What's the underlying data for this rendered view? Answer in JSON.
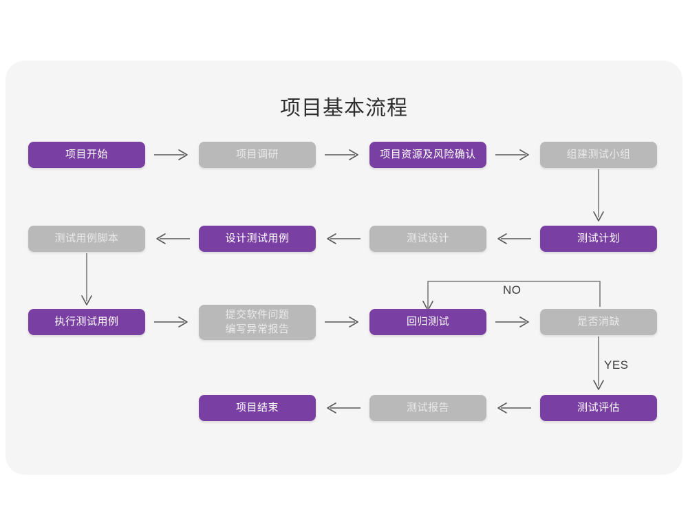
{
  "page": {
    "title": "项目基本流程",
    "background_color": "#ffffff",
    "card_color": "#f5f5f5"
  },
  "palette": {
    "purple": "#7a3fa2",
    "gray": "#b9b9b9",
    "purple_text": "#ffffff",
    "gray_text": "#eaeaea",
    "arrow": "#575757",
    "title_text": "#2f2f2f"
  },
  "chart_data": {
    "type": "diagram",
    "title": "项目基本流程",
    "nodes": [
      {
        "id": "n1",
        "label": "项目开始",
        "style": "purple",
        "row": 1,
        "col": 1
      },
      {
        "id": "n2",
        "label": "项目调研",
        "style": "gray",
        "row": 1,
        "col": 2
      },
      {
        "id": "n3",
        "label": "项目资源及风险确认",
        "style": "purple",
        "row": 1,
        "col": 3
      },
      {
        "id": "n4",
        "label": "组建测试小组",
        "style": "gray",
        "row": 1,
        "col": 4
      },
      {
        "id": "n5",
        "label": "测试用例脚本",
        "style": "gray",
        "row": 2,
        "col": 1
      },
      {
        "id": "n6",
        "label": "设计测试用例",
        "style": "purple",
        "row": 2,
        "col": 2
      },
      {
        "id": "n7",
        "label": "测试设计",
        "style": "gray",
        "row": 2,
        "col": 3
      },
      {
        "id": "n8",
        "label": "测试计划",
        "style": "purple",
        "row": 2,
        "col": 4
      },
      {
        "id": "n9",
        "label": "执行测试用例",
        "style": "purple",
        "row": 3,
        "col": 1
      },
      {
        "id": "n10",
        "label": "提交软件问题\n编写异常报告",
        "style": "gray",
        "row": 3,
        "col": 2
      },
      {
        "id": "n11",
        "label": "回归测试",
        "style": "purple",
        "row": 3,
        "col": 3
      },
      {
        "id": "n12",
        "label": "是否消缺",
        "style": "gray",
        "row": 3,
        "col": 4
      },
      {
        "id": "n13",
        "label": "项目结束",
        "style": "purple",
        "row": 4,
        "col": 2
      },
      {
        "id": "n14",
        "label": "测试报告",
        "style": "gray",
        "row": 4,
        "col": 3
      },
      {
        "id": "n15",
        "label": "测试评估",
        "style": "purple",
        "row": 4,
        "col": 4
      }
    ],
    "edges": [
      {
        "from": "n1",
        "to": "n2",
        "label": "",
        "direction": "right"
      },
      {
        "from": "n2",
        "to": "n3",
        "label": "",
        "direction": "right"
      },
      {
        "from": "n3",
        "to": "n4",
        "label": "",
        "direction": "right"
      },
      {
        "from": "n4",
        "to": "n8",
        "label": "",
        "direction": "down"
      },
      {
        "from": "n8",
        "to": "n7",
        "label": "",
        "direction": "left"
      },
      {
        "from": "n7",
        "to": "n6",
        "label": "",
        "direction": "left"
      },
      {
        "from": "n6",
        "to": "n5",
        "label": "",
        "direction": "left"
      },
      {
        "from": "n5",
        "to": "n9",
        "label": "",
        "direction": "down"
      },
      {
        "from": "n9",
        "to": "n10",
        "label": "",
        "direction": "right"
      },
      {
        "from": "n10",
        "to": "n11",
        "label": "",
        "direction": "right"
      },
      {
        "from": "n11",
        "to": "n12",
        "label": "",
        "direction": "right"
      },
      {
        "from": "n12",
        "to": "n11",
        "label": "NO",
        "direction": "loop-up-left-down"
      },
      {
        "from": "n12",
        "to": "n15",
        "label": "YES",
        "direction": "down"
      },
      {
        "from": "n15",
        "to": "n14",
        "label": "",
        "direction": "left"
      },
      {
        "from": "n14",
        "to": "n13",
        "label": "",
        "direction": "left"
      }
    ],
    "labels": {
      "no": "NO",
      "yes": "YES"
    }
  }
}
